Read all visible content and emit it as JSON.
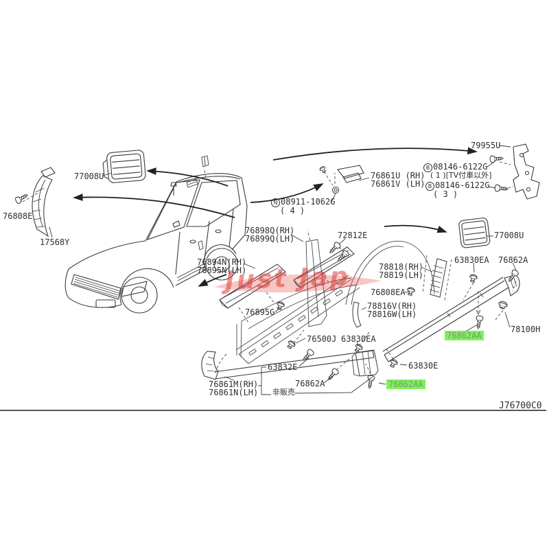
{
  "diagram": {
    "code": "J76700C0",
    "watermark": "Just Jap",
    "colors": {
      "line": "#333333",
      "highlight": "#7df25c",
      "highlight_text": "#7f9272",
      "watermark_red": "#de3e3a"
    },
    "labels": [
      {
        "text": "77008U"
      },
      {
        "text": "76808E"
      },
      {
        "text": "17568Y"
      },
      {
        "prefix": "N",
        "text": "08911-1062G"
      },
      {
        "text": "( 4 )"
      },
      {
        "text": "76861U (RH)"
      },
      {
        "text": "76861V (LH)"
      },
      {
        "text": "79955U"
      },
      {
        "prefix": "B",
        "text": "08146-6122G"
      },
      {
        "text": "( 1 )[TV付車以外]"
      },
      {
        "prefix": "B",
        "text": "08146-6122G"
      },
      {
        "text": "( 3 )"
      },
      {
        "text": "76898Q(RH)"
      },
      {
        "text": "76899Q(LH)"
      },
      {
        "text": "72812E"
      },
      {
        "text": "76894N(RH)"
      },
      {
        "text": "76895N(LH)"
      },
      {
        "text": "78818(RH)"
      },
      {
        "text": "78819(LH)"
      },
      {
        "text": "63830EA"
      },
      {
        "text": "76862A"
      },
      {
        "text": "77008U"
      },
      {
        "text": "76808EA"
      },
      {
        "text": "78816V(RH)"
      },
      {
        "text": "78816W(LH)"
      },
      {
        "text": "76895G"
      },
      {
        "text": "76862AA",
        "highlight": true
      },
      {
        "text": "78100H"
      },
      {
        "text": "76500J"
      },
      {
        "text": "63830EA"
      },
      {
        "text": "63832E"
      },
      {
        "text": "63830E"
      },
      {
        "text": "76861M(RH)"
      },
      {
        "text": "76861N(LH)"
      },
      {
        "text": "76862A"
      },
      {
        "text": "非販売"
      },
      {
        "text": "76862AA",
        "highlight": true
      }
    ]
  }
}
